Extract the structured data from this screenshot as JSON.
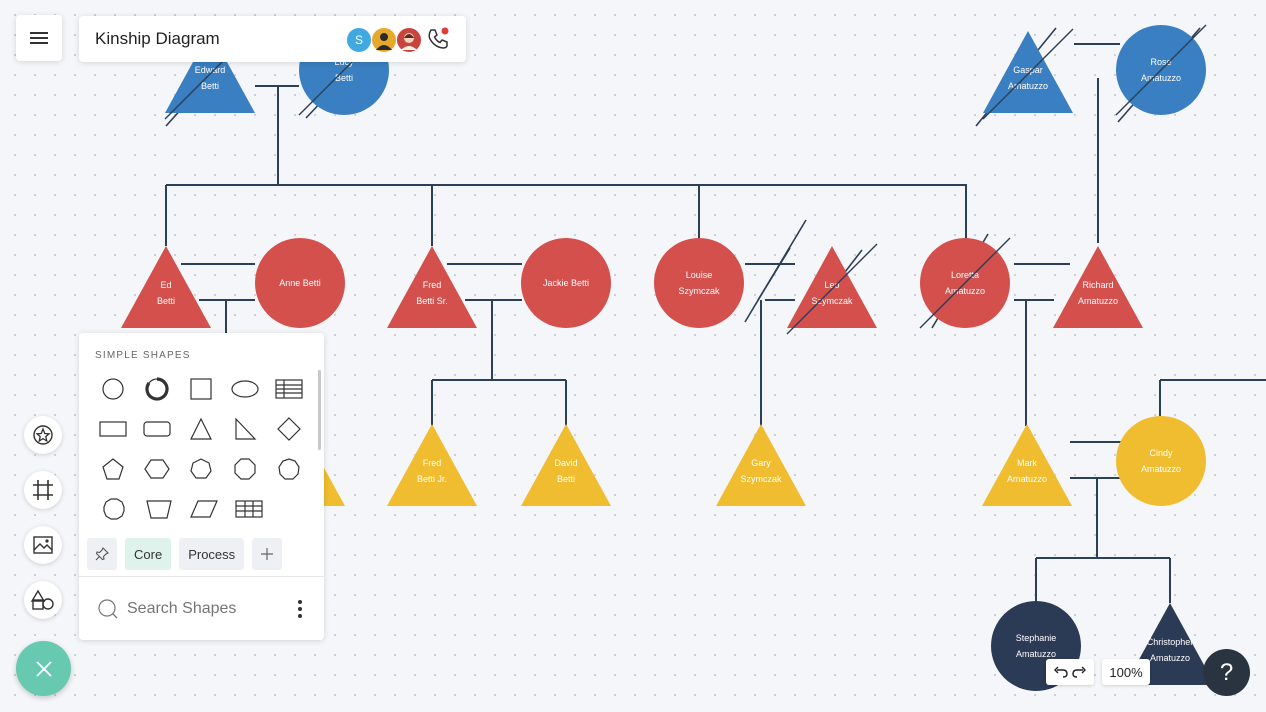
{
  "header": {
    "menu_icon": "hamburger-icon",
    "title": "Kinship Diagram",
    "collaborators": [
      {
        "initial": "S",
        "color": "#3fa9e0"
      },
      {
        "initial": "",
        "color": "#e6a92a"
      },
      {
        "initial": "",
        "color": "#c9443c"
      }
    ],
    "call_icon": "phone-icon",
    "call_badge_color": "#e53935"
  },
  "colors": {
    "grandparents": "#3a7fc1",
    "parents": "#d3504d",
    "children": "#f0bd30",
    "grandchildren": "#2b3a55",
    "connector": "#2b3f57",
    "accent": "#66c9b0"
  },
  "people": [
    {
      "id": "edward",
      "name": [
        "Edward",
        "Betti"
      ],
      "shape": "triangle",
      "generation": "grandparents",
      "deceased": true
    },
    {
      "id": "lucy",
      "name": [
        "Lucy",
        "Betti"
      ],
      "shape": "circle",
      "generation": "grandparents",
      "deceased": true
    },
    {
      "id": "gaspar",
      "name": [
        "Gaspar",
        "Amatuzzo"
      ],
      "shape": "triangle",
      "generation": "grandparents",
      "deceased": true
    },
    {
      "id": "rose",
      "name": [
        "Rose",
        "Amatuzzo"
      ],
      "shape": "circle",
      "generation": "grandparents",
      "deceased": true
    },
    {
      "id": "ed",
      "name": [
        "Ed",
        "Betti"
      ],
      "shape": "triangle",
      "generation": "parents",
      "deceased": false
    },
    {
      "id": "anne",
      "name": [
        "Anne    Betti"
      ],
      "shape": "circle",
      "generation": "parents",
      "deceased": false
    },
    {
      "id": "fred_sr",
      "name": [
        "Fred",
        "Betti     Sr."
      ],
      "shape": "triangle",
      "generation": "parents",
      "deceased": false
    },
    {
      "id": "jackie",
      "name": [
        "Jackie     Betti"
      ],
      "shape": "circle",
      "generation": "parents",
      "deceased": false
    },
    {
      "id": "louise",
      "name": [
        "Louise",
        "Szymczak"
      ],
      "shape": "circle",
      "generation": "parents",
      "deceased": false
    },
    {
      "id": "leo",
      "name": [
        "Leo",
        "Szymczak"
      ],
      "shape": "triangle",
      "generation": "parents",
      "deceased": true
    },
    {
      "id": "loretta",
      "name": [
        "Loretta",
        "Amatuzzo"
      ],
      "shape": "circle",
      "generation": "parents",
      "deceased": true
    },
    {
      "id": "richard",
      "name": [
        "Richard",
        "Amatuzzo"
      ],
      "shape": "triangle",
      "generation": "parents",
      "deceased": false
    },
    {
      "id": "fred_jr",
      "name": [
        "Fred",
        "Betti     Jr."
      ],
      "shape": "triangle",
      "generation": "children",
      "deceased": false
    },
    {
      "id": "david",
      "name": [
        "David",
        "Betti"
      ],
      "shape": "triangle",
      "generation": "children",
      "deceased": false
    },
    {
      "id": "gary",
      "name": [
        "Gary",
        "Szymczak"
      ],
      "shape": "triangle",
      "generation": "children",
      "deceased": false
    },
    {
      "id": "mark",
      "name": [
        "Mark",
        "Amatuzzo"
      ],
      "shape": "triangle",
      "generation": "children",
      "deceased": false
    },
    {
      "id": "cindy",
      "name": [
        "Cindy",
        "Amatuzzo"
      ],
      "shape": "circle",
      "generation": "children",
      "deceased": false
    },
    {
      "id": "stephanie",
      "name": [
        "Stephanie",
        "Amatuzzo"
      ],
      "shape": "circle",
      "generation": "grandchildren",
      "deceased": false
    },
    {
      "id": "christopher",
      "name": [
        "Christopher",
        "Amatuzzo"
      ],
      "shape": "triangle",
      "generation": "grandchildren",
      "deceased": false
    },
    {
      "id": "hidden_child",
      "name": [],
      "shape": "triangle",
      "generation": "children",
      "deceased": false
    }
  ],
  "left_toolbar": [
    {
      "id": "templates",
      "icon": "star-shapes-icon"
    },
    {
      "id": "frame",
      "icon": "frame-grid-icon"
    },
    {
      "id": "image",
      "icon": "image-icon"
    },
    {
      "id": "shapes",
      "icon": "shapes-icon"
    }
  ],
  "fab_icon": "close-icon",
  "shapes_panel": {
    "section_title": "SIMPLE SHAPES",
    "shapes": [
      [
        "circle",
        "circle-progress",
        "square",
        "ellipse",
        "table-lines"
      ],
      [
        "rectangle",
        "rounded-rectangle",
        "triangle",
        "right-triangle",
        "diamond"
      ],
      [
        "pentagon",
        "hexagon",
        "heptagon",
        "octagon",
        "nonagon"
      ],
      [
        "decagon",
        "trapezoid",
        "parallelogram",
        "table-grid"
      ]
    ],
    "tabs": [
      {
        "label": "",
        "icon": "pin-icon"
      },
      {
        "label": "Core",
        "active": true
      },
      {
        "label": "Process",
        "active": false
      },
      {
        "label": "",
        "icon": "plus-icon"
      }
    ],
    "search_placeholder": "Search Shapes",
    "more_icon": "more-vertical-icon"
  },
  "bottom_right": {
    "undo_icon": "undo-icon",
    "redo_icon": "redo-icon",
    "zoom_level": "100%",
    "help_label": "?"
  }
}
